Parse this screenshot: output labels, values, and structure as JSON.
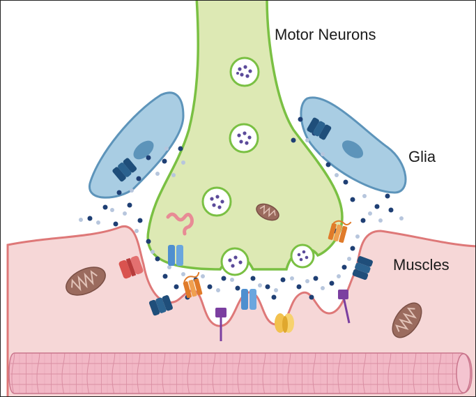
{
  "labels": {
    "motor_neurons": "Motor Neurons",
    "glia": "Glia",
    "muscles": "Muscles"
  },
  "colors": {
    "neuron_fill": "#dde9b4",
    "neuron_stroke": "#7ac043",
    "glia_fill": "#a9cde3",
    "glia_stroke": "#5d94ba",
    "muscle_fill": "#f6d7d7",
    "muscle_stroke": "#de7878",
    "fiber_fill": "#ecaabb",
    "vesicle_dot": "#5b4a9a",
    "transmitter_dark": "#1f3f74",
    "transmitter_light": "#b7c6dd",
    "mitochondria": "#9b6b5e"
  }
}
